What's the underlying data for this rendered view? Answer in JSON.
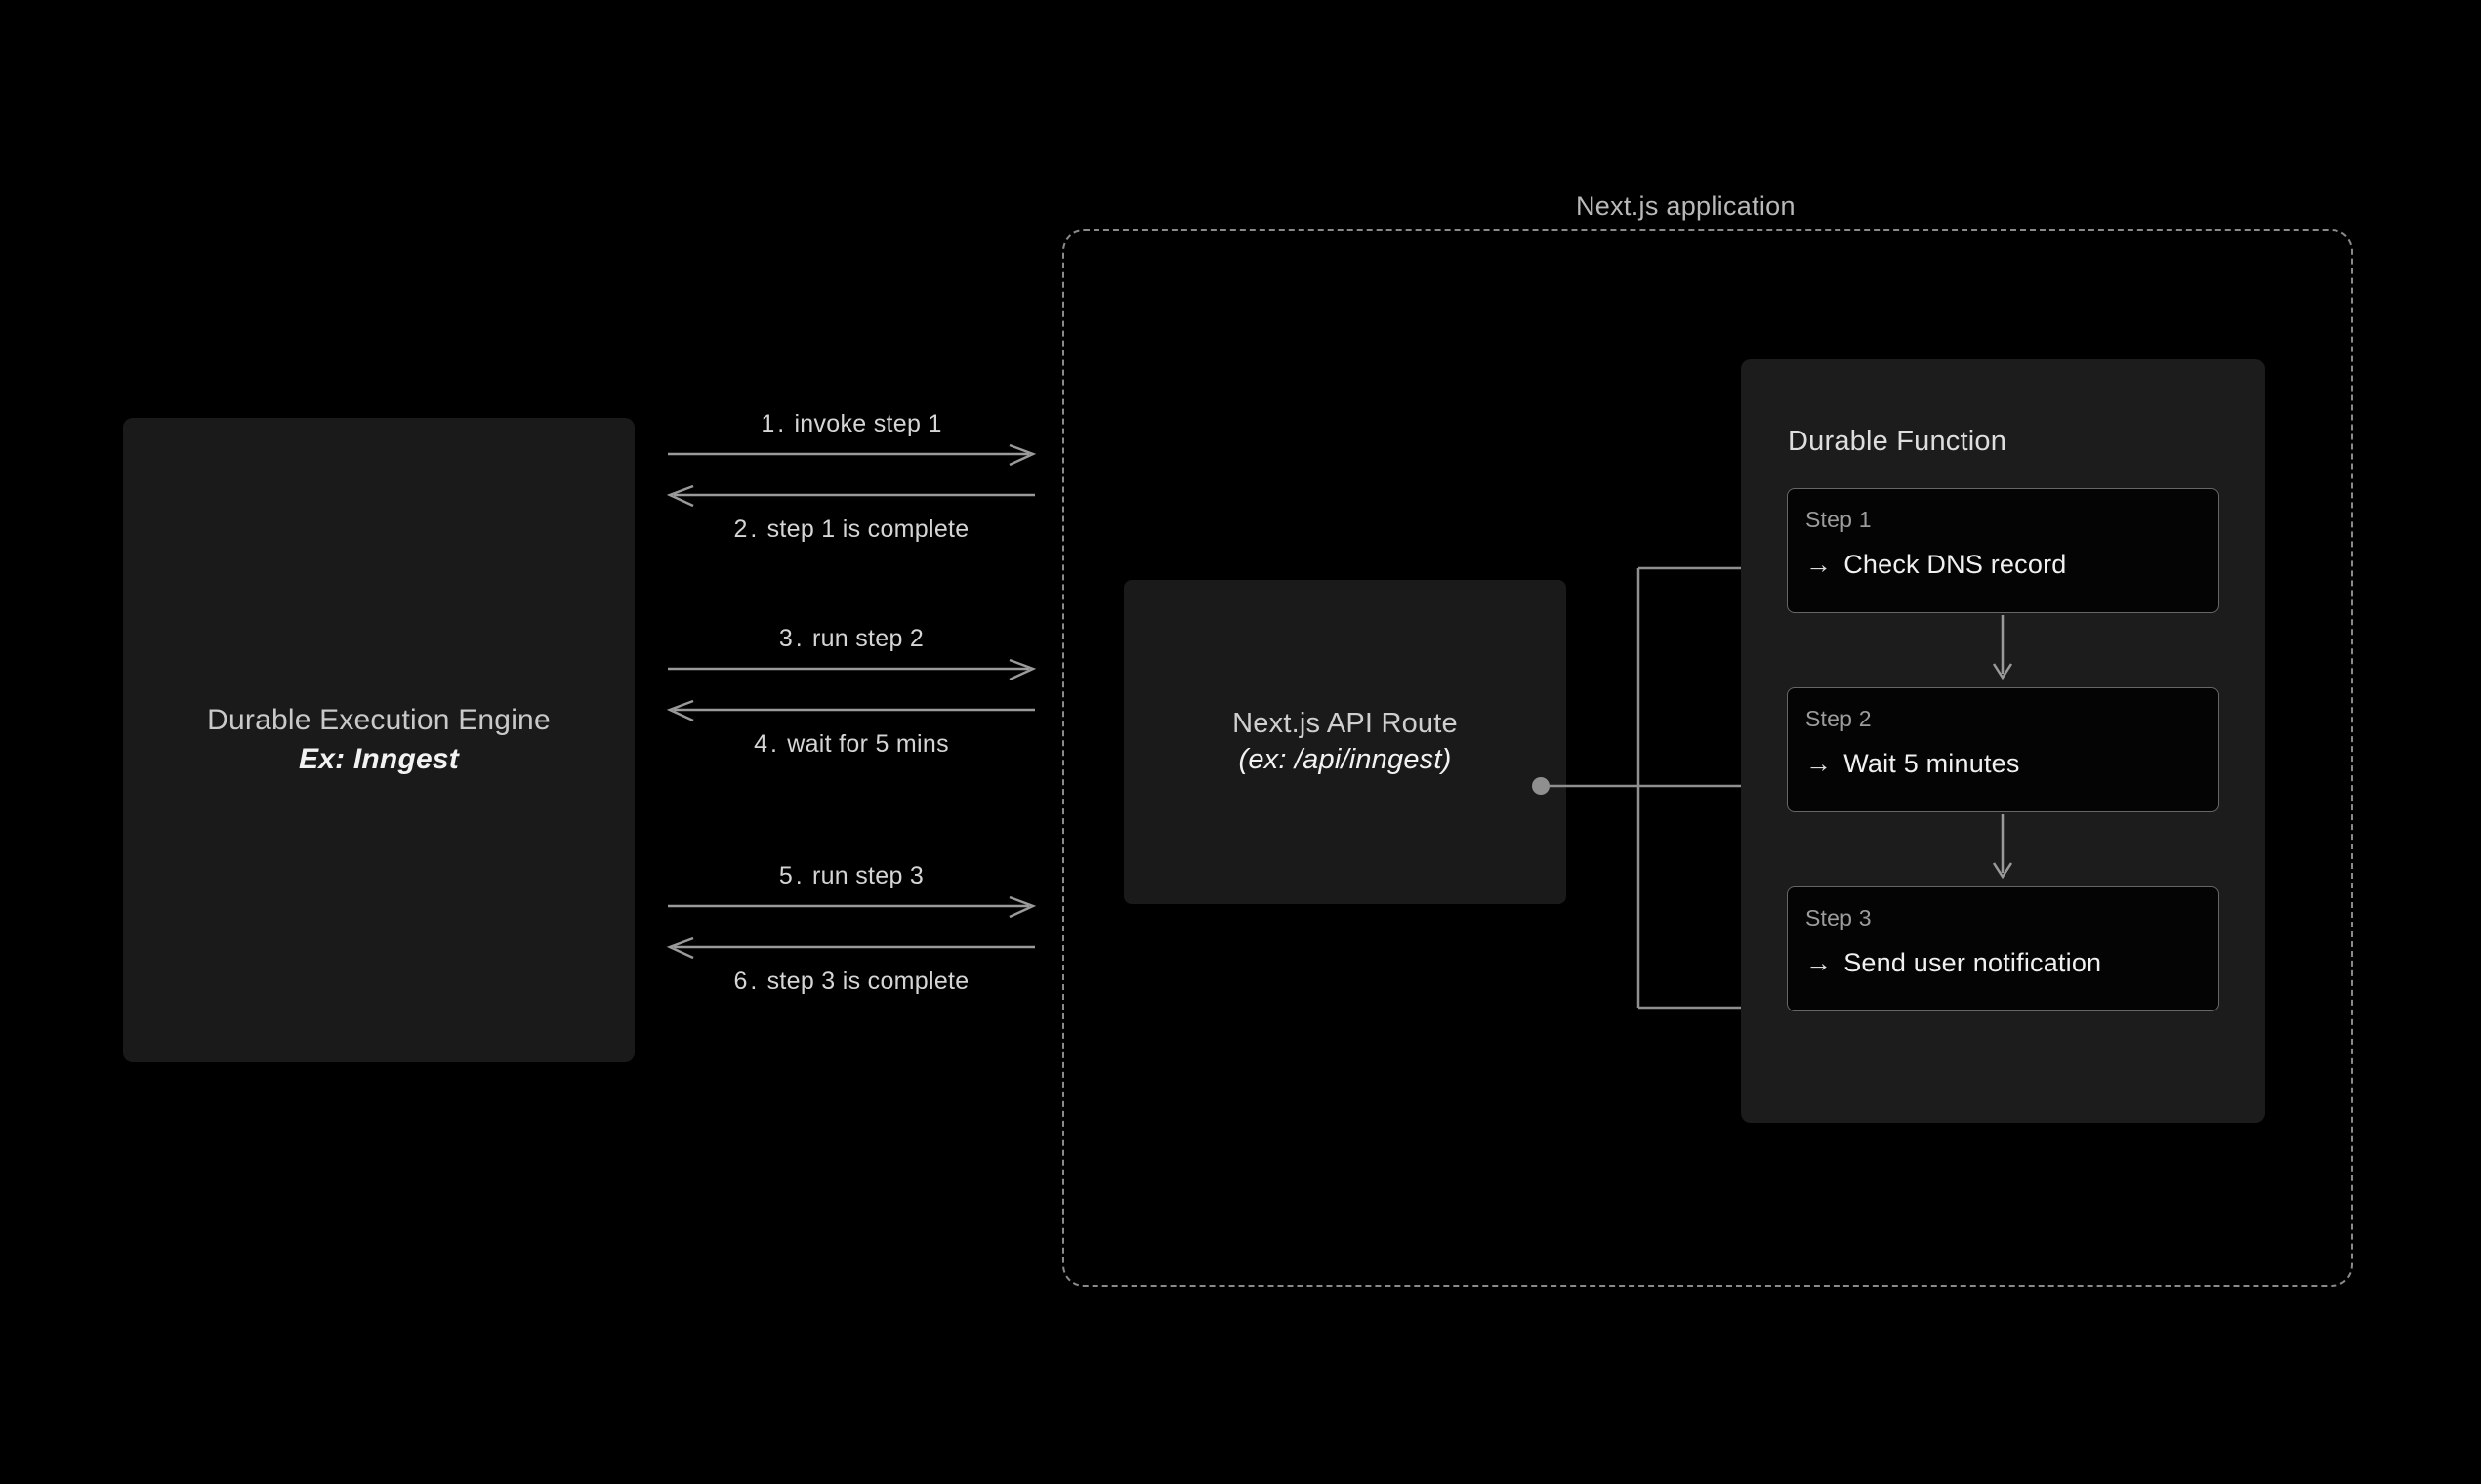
{
  "engine": {
    "title": "Durable Execution Engine",
    "subtitle": "Ex: Inngest"
  },
  "sequence": [
    {
      "num": "1.",
      "text": "invoke step 1",
      "direction": "right"
    },
    {
      "num": "2.",
      "text": "step 1 is complete",
      "direction": "left"
    },
    {
      "num": "3.",
      "text": "run step 2",
      "direction": "right"
    },
    {
      "num": "4.",
      "text": "wait for 5 mins",
      "direction": "left"
    },
    {
      "num": "5.",
      "text": "run step 3",
      "direction": "right"
    },
    {
      "num": "6.",
      "text": "step 3 is complete",
      "direction": "left"
    }
  ],
  "application": {
    "title": "Next.js application"
  },
  "api_route": {
    "title": "Next.js API Route",
    "subtitle": "(ex: /api/inngest)"
  },
  "durable_function": {
    "title": "Durable Function",
    "steps": [
      {
        "kicker": "Step 1",
        "arrow": "→",
        "action": "Check DNS record"
      },
      {
        "kicker": "Step 2",
        "arrow": "→",
        "action": "Wait 5 minutes"
      },
      {
        "kicker": "Step 3",
        "arrow": "→",
        "action": "Send user notification"
      }
    ]
  },
  "colors": {
    "background": "#000000",
    "panel": "#1a1a1a",
    "function_panel": "#1c1c1c",
    "step_fill": "#040404",
    "line": "#8a8a8a",
    "text_primary": "#f0f0f0",
    "text_secondary": "#9c9c9c"
  }
}
